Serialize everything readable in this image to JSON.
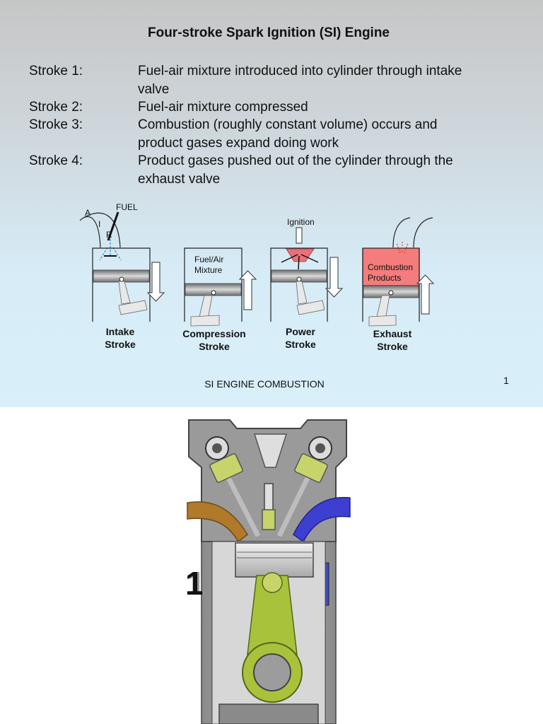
{
  "slide": {
    "title": "Four-stroke Spark Ignition (SI) Engine",
    "strokes": [
      {
        "label": "Stroke 1:",
        "line1": "Fuel-air mixture introduced into cylinder through intake",
        "line2": "valve"
      },
      {
        "label": "Stroke 2:",
        "line1": "Fuel-air mixture compressed",
        "line2": ""
      },
      {
        "label": "Stroke 3:",
        "line1": "Combustion (roughly constant volume) occurs and",
        "line2": "product gases expand doing work"
      },
      {
        "label": "Stroke 4:",
        "line1": "Product gases pushed out of the cylinder through the",
        "line2": "exhaust valve"
      }
    ],
    "diagram": {
      "intake": {
        "air_letters": [
          "A",
          "I",
          "R"
        ],
        "fuel_label": "FUEL",
        "caption_1": "Intake",
        "caption_2": "Stroke"
      },
      "compression": {
        "mixture_1": "Fuel/Air",
        "mixture_2": "Mixture",
        "caption_1": "Compression",
        "caption_2": "Stroke"
      },
      "power": {
        "ignition_label": "Ignition",
        "caption_1": "Power",
        "caption_2": "Stroke"
      },
      "exhaust": {
        "products_1": "Combustion",
        "products_2": "Products",
        "caption_1": "Exhaust",
        "caption_2": "Stroke"
      }
    },
    "footer": "SI  ENGINE COMBUSTION",
    "page_number": "1"
  },
  "engine_image": {
    "stroke_number": "1"
  },
  "colors": {
    "combustion_fill": "#f47c7c",
    "power_flame": "#e8707a",
    "intake_arrow": "#4aa3df",
    "exhaust_arrow": "#e0402a",
    "rod_green": "#a9c23c",
    "intake_port": "#b07a2a",
    "exhaust_port": "#3c3fd0"
  }
}
